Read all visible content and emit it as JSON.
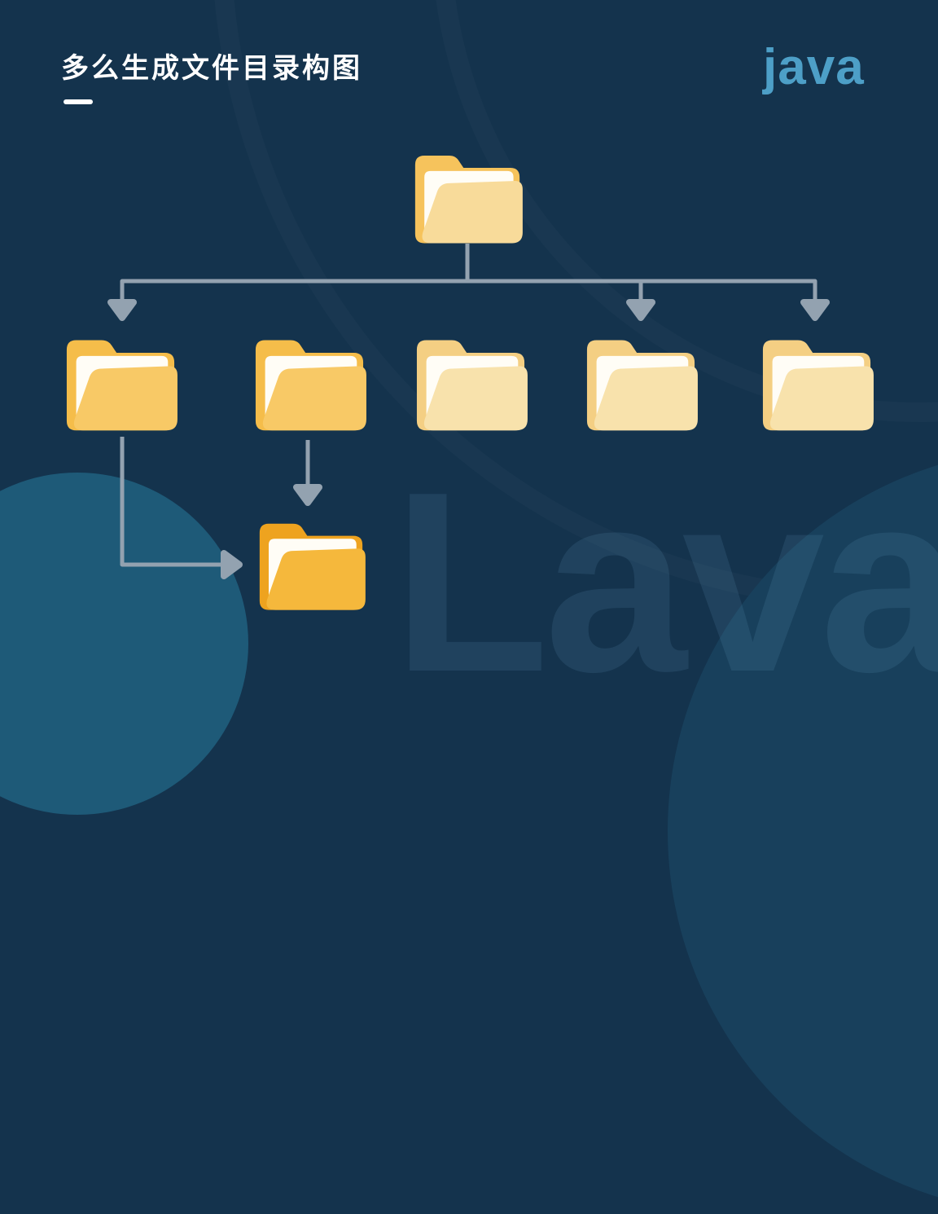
{
  "header": {
    "title": "多么生成文件目录构图",
    "brand": "java"
  },
  "watermark": {
    "text": "Lava"
  },
  "colors": {
    "background": "#14334d",
    "accent": "#4d9fc7",
    "title": "#ffffff",
    "connector": "#93a2b0",
    "circle_left": "#1e5a78",
    "circle_right": "#18405c",
    "watermark": "rgba(109,165,200,0.14)",
    "paper": "#fffdf6",
    "folder_root_back": "#f6c35c",
    "folder_root_front": "#f8db9a",
    "folder_gold_back": "#f5bd4a",
    "folder_gold_front": "#f8c966",
    "folder_pale_back": "#f4cf83",
    "folder_pale_front": "#f8e2ac",
    "folder_deep_back": "#eea31f",
    "folder_deep_front": "#f5b83c"
  },
  "diagram": {
    "description": "directory tree of folder icons",
    "root": {
      "id": "root-folder",
      "variant": "root"
    },
    "children": [
      {
        "id": "child-folder-1",
        "variant": "gold",
        "has_arrow_from_bracket": true
      },
      {
        "id": "child-folder-2",
        "variant": "gold",
        "has_arrow_from_bracket": false
      },
      {
        "id": "child-folder-3",
        "variant": "pale",
        "has_arrow_from_bracket": false
      },
      {
        "id": "child-folder-4",
        "variant": "pale",
        "has_arrow_from_bracket": true
      },
      {
        "id": "child-folder-5",
        "variant": "pale",
        "has_arrow_from_bracket": true
      }
    ],
    "grandchild": {
      "id": "grandchild-folder-1",
      "variant": "deep",
      "incoming": [
        "elbow-arrow-from-child-1",
        "down-arrow-from-child-2"
      ]
    }
  }
}
